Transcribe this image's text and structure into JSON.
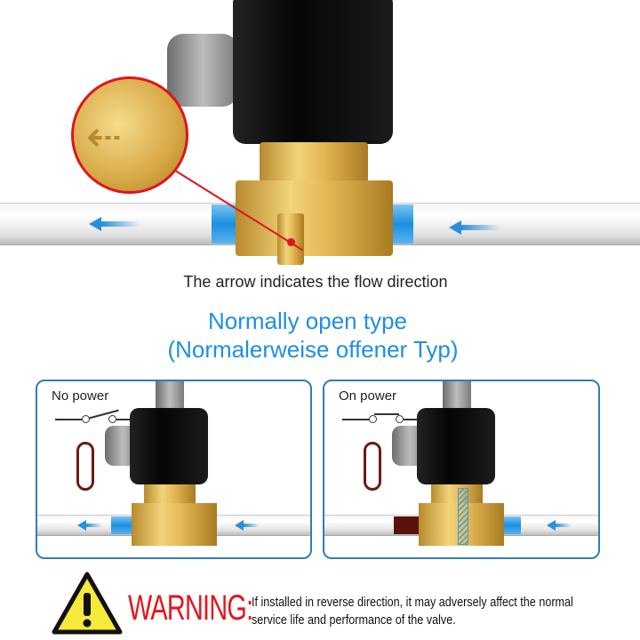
{
  "top": {
    "caption": "The arrow indicates the flow direction"
  },
  "title": {
    "line1": "Normally open type",
    "line2": "(Normalerweise offener Typ)",
    "color": "#1e8fe3"
  },
  "panels": [
    {
      "label": "No power",
      "switch_state": "open",
      "flow": "open"
    },
    {
      "label": "On power",
      "switch_state": "closed",
      "flow": "blocked"
    }
  ],
  "warning": {
    "heading": "WARNING:",
    "line1": "If installed in reverse direction, it may adversely affect the normal",
    "line2": "service life and performance of the valve.",
    "heading_color": "#e8141c"
  },
  "icons": [
    "flow-arrow-icon",
    "warning-triangle-icon",
    "switch-icon"
  ]
}
